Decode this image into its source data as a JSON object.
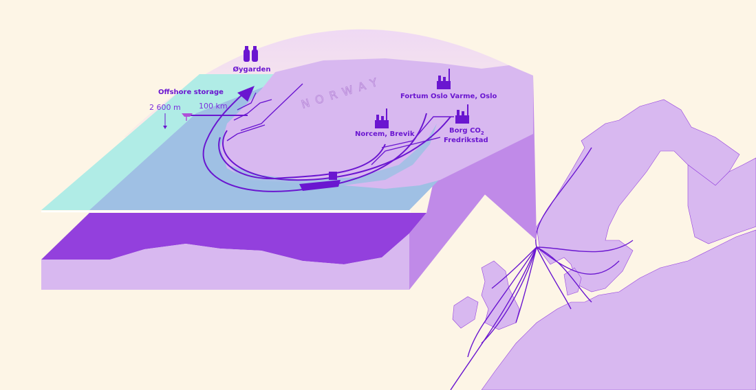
{
  "labels": {
    "oygarden": "Øygarden",
    "offshore_storage": "Offshore storage",
    "depth": "2 600 m",
    "distance": "100 km",
    "norway": "NORWAY",
    "fortum": "Fortum Oslo Varme, Oslo",
    "norcem": "Norcem, Brevik",
    "borg_line1": "Borg CO",
    "borg_sub": "2",
    "borg_line2": "Fredrikstad"
  },
  "colors": {
    "background": "#fdf5e6",
    "land": "#d8b8f0",
    "deep_purple": "#9340dd",
    "side_purple": "#c08ae8",
    "sea_teal": "#b0ece6",
    "sea_blue": "#9fc0e4",
    "route": "#6a16d0"
  }
}
